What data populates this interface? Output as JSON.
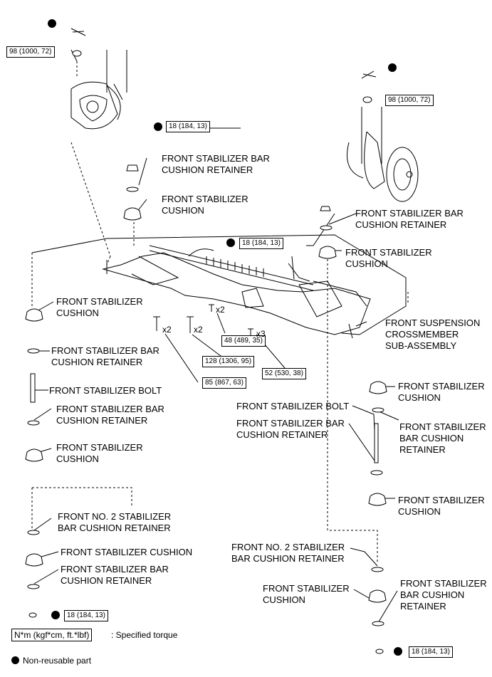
{
  "torques": {
    "t98_left": "98 (1000, 72)",
    "t98_right": "98 (1000, 72)",
    "t18_top": "18 (184, 13)",
    "t18_mid": "18 (184, 13)",
    "t48": "48 (489, 35)",
    "t128": "128 (1306, 95)",
    "t52": "52 (530, 38)",
    "t85": "85 (867, 63)",
    "t18_bl": "18 (184, 13)",
    "t18_br": "18 (184, 13)"
  },
  "quantities": {
    "x2a": "x2",
    "x2b": "x2",
    "x2c": "x2",
    "x3": "x3"
  },
  "labels": {
    "top_retainer": "FRONT STABILIZER BAR\nCUSHION RETAINER",
    "top_cushion": "FRONT STABILIZER\nCUSHION",
    "right_retainer": "FRONT STABILIZER BAR\nCUSHION RETAINER",
    "right_cushion": "FRONT STABILIZER\nCUSHION",
    "left_cushion": "FRONT STABILIZER\nCUSHION",
    "crossmember": "FRONT SUSPENSION\nCROSSMEMBER\nSUB-ASSEMBLY",
    "left_retainer_1": "FRONT STABILIZER BAR\nCUSHION RETAINER",
    "left_bolt": "FRONT STABILIZER BOLT",
    "left_retainer_2": "FRONT STABILIZER BAR\nCUSHION RETAINER",
    "left_cushion_2": "FRONT STABILIZER\nCUSHION",
    "right_cushion_2": "FRONT STABILIZER\nCUSHION",
    "right_bolt": "FRONT STABILIZER BOLT",
    "right_retainer_2": "FRONT STABILIZER BAR\nCUSHION RETAINER",
    "right_retainer_3": "FRONT STABILIZER\nBAR CUSHION\nRETAINER",
    "right_cushion_3": "FRONT STABILIZER\nCUSHION",
    "left_no2_retainer": "FRONT NO. 2 STABILIZER\nBAR CUSHION RETAINER",
    "left_cushion_3": "FRONT STABILIZER CUSHION",
    "left_retainer_3": "FRONT STABILIZER BAR\nCUSHION RETAINER",
    "right_no2_retainer": "FRONT NO. 2 STABILIZER\nBAR CUSHION RETAINER",
    "right_cushion_4": "FRONT STABILIZER\nCUSHION",
    "right_retainer_4": "FRONT STABILIZER\nBAR CUSHION\nRETAINER"
  },
  "legend": {
    "torque_unit": "N*m (kgf*cm, ft.*lbf)",
    "torque_desc": ": Specified torque",
    "nonreusable": "Non-reusable part"
  }
}
